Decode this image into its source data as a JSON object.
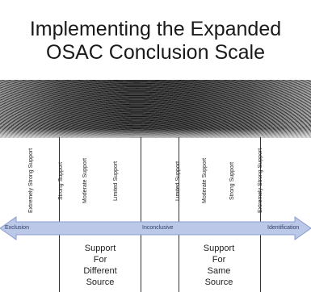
{
  "slide": {
    "title_line1": "Implementing the Expanded",
    "title_line2": "OSAC Conclusion Scale"
  },
  "scale_labels": {
    "exclusion_side": [
      "Extremely Strong Support",
      "Strong Support",
      "Moderate Support",
      "Limited Support"
    ],
    "identification_side": [
      "Limited Support",
      "Moderate Support",
      "Strong Support",
      "Extremely Strong Support"
    ]
  },
  "arrow": {
    "left_label": "Exclusion",
    "center_label": "Inconclusive",
    "right_label": "Identification"
  },
  "support_groups": {
    "different_source": [
      "Support",
      "For",
      "Different",
      "Source"
    ],
    "same_source": [
      "Support",
      "For",
      "Same",
      "Source"
    ]
  },
  "colors": {
    "arrow_fill": "#bcc8e8",
    "arrow_stroke": "#8a9cd0",
    "divider": "#333333",
    "title_text": "#1a1a1a"
  }
}
